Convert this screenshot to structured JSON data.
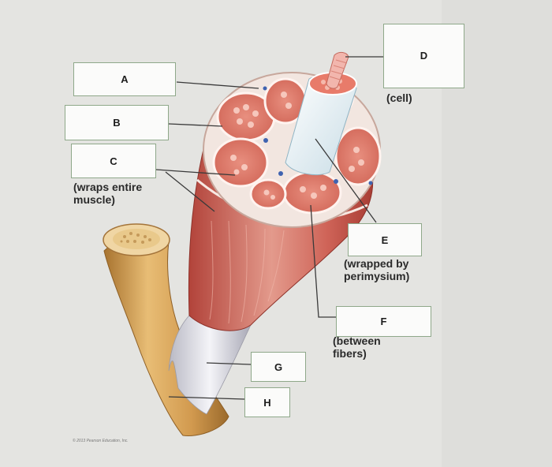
{
  "labels": {
    "a": "A",
    "b": "B",
    "c": "C",
    "d": "D",
    "e": "E",
    "f": "F",
    "g": "G",
    "h": "H"
  },
  "notes": {
    "c": "(wraps entire\nmuscle)",
    "d": "(cell)",
    "e": "(wrapped by\nperimysium)",
    "f": "(between\nfibers)"
  },
  "credit": "© 2013 Pearson Education, Inc.",
  "colors": {
    "background": "#e6e6e3",
    "box_border": "#8fa88a",
    "muscle": "#c9534a",
    "muscle_light": "#e6a79a",
    "tendon": "#d8d8e0",
    "bone": "#d8a45a",
    "leader_line": "#3a3a3a"
  }
}
